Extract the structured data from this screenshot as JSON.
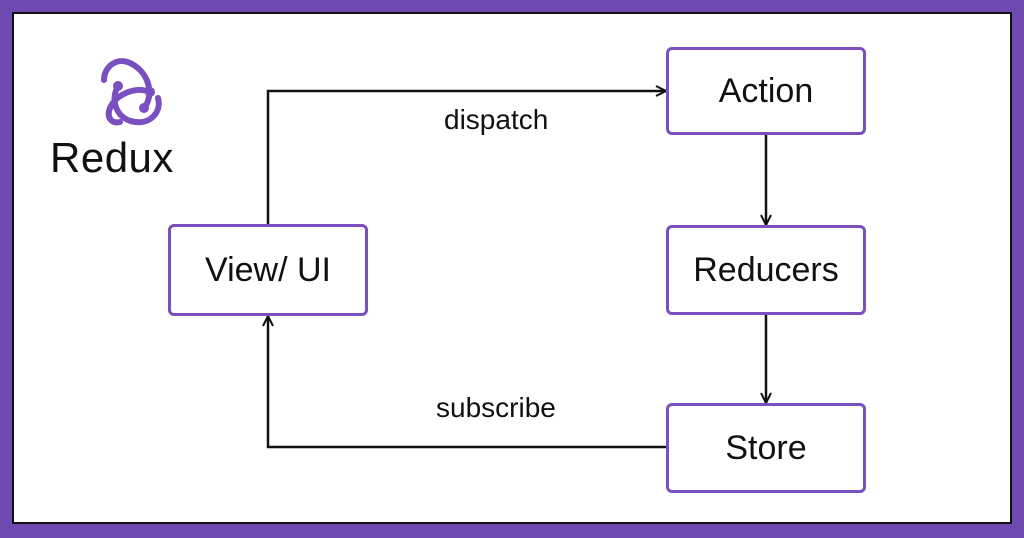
{
  "brand": {
    "name": "Redux",
    "logo_icon": "redux-logo-icon",
    "accent_color": "#7a4fc0"
  },
  "diagram": {
    "nodes": {
      "view": "View/ UI",
      "action": "Action",
      "reducers": "Reducers",
      "store": "Store"
    },
    "edges": {
      "dispatch": "dispatch",
      "subscribe": "subscribe"
    }
  },
  "colors": {
    "frame": "#6e4ab0",
    "node_border": "#7a4fc0",
    "line": "#111111"
  }
}
